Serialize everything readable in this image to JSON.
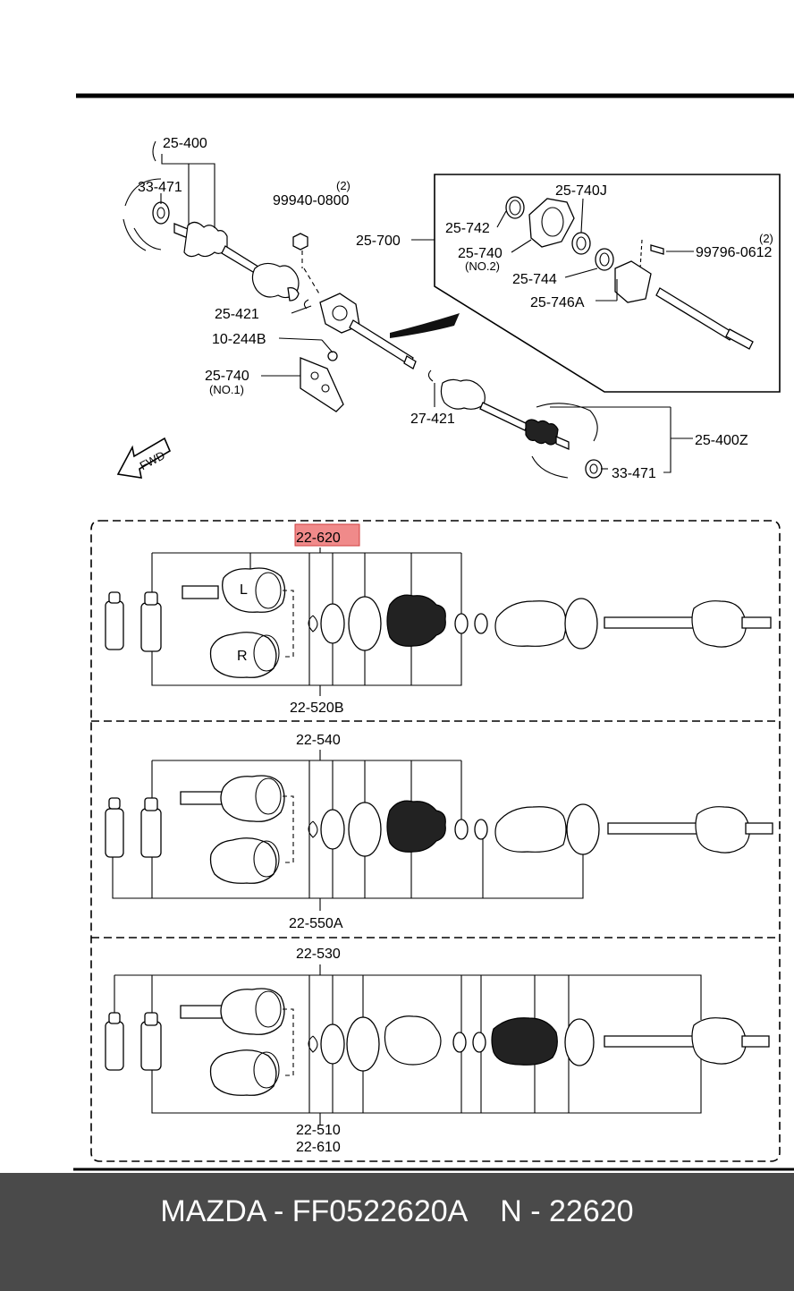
{
  "labels": {
    "l_25_400": "25-400",
    "l_33_471_top": "33-471",
    "l_qty2_a": "(2)",
    "l_99940": "99940-0800",
    "l_25_700": "25-700",
    "l_25_740j": "25-740J",
    "l_25_742": "25-742",
    "l_25_740_no2": "25-740",
    "l_no2": "(NO.2)",
    "l_qty2_b": "(2)",
    "l_99796": "99796-0612",
    "l_25_744": "25-744",
    "l_25_746a": "25-746A",
    "l_25_421": "25-421",
    "l_10_244b": "10-244B",
    "l_25_740_no1": "25-740",
    "l_no1": "(NO.1)",
    "l_27_421": "27-421",
    "l_25_400z": "25-400Z",
    "l_33_471_bot": "33-471",
    "l_fwd": "FWD",
    "l_22_620": "22-620",
    "l_22_520b": "22-520B",
    "l_22_540": "22-540",
    "l_22_550a": "22-550A",
    "l_22_530": "22-530",
    "l_22_510": "22-510",
    "l_22_610": "22-610",
    "l_L": "L",
    "l_R": "R"
  },
  "highlight_color": "#f08a8a",
  "footer": {
    "text": "MAZDA - FF0522620A    N - 22620"
  }
}
